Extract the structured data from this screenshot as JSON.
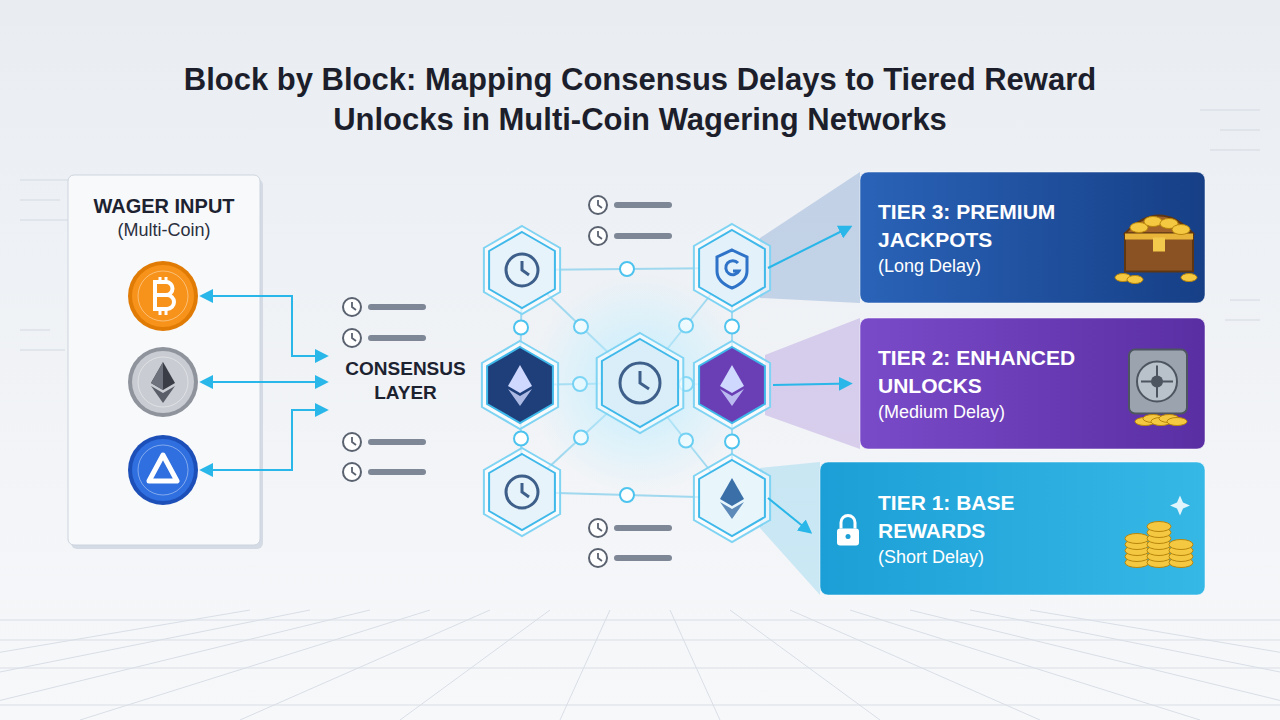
{
  "diagram": {
    "title": "Block by Block: Mapping Consensus Delays to Tiered Reward Unlocks in Multi-Coin Wagering Networks",
    "nodes": [
      {
        "text": [
          "WAGER INPUT",
          "(Multi-Coin)"
        ]
      },
      {
        "text": [
          "TIER 3: PREMIUM JACKPOTS",
          "(Long Delay)"
        ]
      },
      {
        "text": [
          "TIER 2: ENHANCED UNLOCKS",
          "(Medium Delay)"
        ]
      },
      {
        "text": [
          "TIER 1: BASE REWARDS",
          "(Short Delay)"
        ]
      }
    ],
    "labels": [
      "CONSENSUS LAYER"
    ]
  }
}
